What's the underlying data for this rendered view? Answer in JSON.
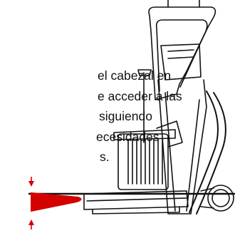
{
  "document": {
    "text_lines": [
      "el cabezal en",
      "e acceder a las",
      "siguiendo",
      "ecesidades",
      "s."
    ],
    "colors": {
      "ink": "#111111",
      "accent": "#d40000"
    }
  }
}
